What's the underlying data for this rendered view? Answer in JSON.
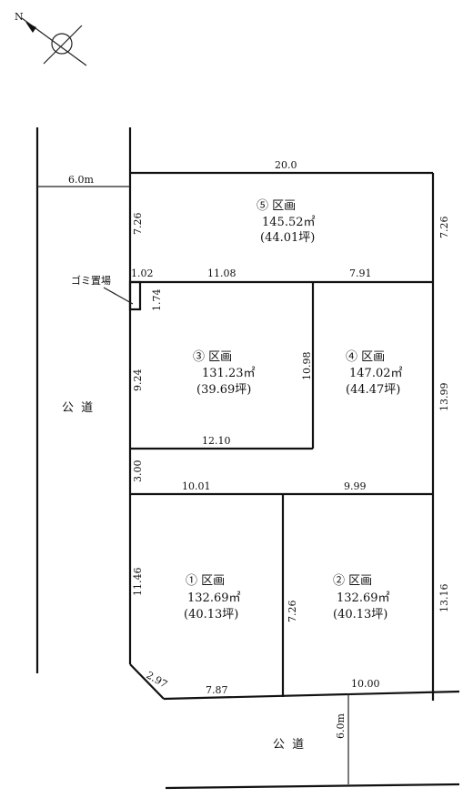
{
  "compass": {
    "label": "N"
  },
  "road_labels": {
    "west": "公 道",
    "south": "公 道"
  },
  "road_widths": {
    "west": "6.0m",
    "south": "6.0m"
  },
  "garbage_area": {
    "label": "ゴミ置場",
    "width": "1.02",
    "depth": "1.74"
  },
  "lots": [
    {
      "id": "lot-1",
      "title": "① 区画",
      "area_m2": "132.69㎡",
      "area_tsubo": "(40.13坪)"
    },
    {
      "id": "lot-2",
      "title": "② 区画",
      "area_m2": "132.69㎡",
      "area_tsubo": "(40.13坪)"
    },
    {
      "id": "lot-3",
      "title": "③ 区画",
      "area_m2": "131.23㎡",
      "area_tsubo": "(39.69坪)"
    },
    {
      "id": "lot-4",
      "title": "④ 区画",
      "area_m2": "147.02㎡",
      "area_tsubo": "(44.47坪)"
    },
    {
      "id": "lot-5",
      "title": "⑤ 区画",
      "area_m2": "145.52㎡",
      "area_tsubo": "(44.01坪)"
    }
  ],
  "dims": {
    "top": "20.0",
    "lot5_left": "7.26",
    "lot5_right": "7.26",
    "row2_b": "11.08",
    "row2_c": "7.91",
    "lot3_left": "9.24",
    "lot3_right": "10.98",
    "lot3_bottom": "12.10",
    "lot4_right": "13.99",
    "passage_left": "3.00",
    "row4_left": "10.01",
    "row4_right": "9.99",
    "lot1_left": "11.46",
    "lot1_corner": "2.97",
    "lot1_bottom": "7.87",
    "mid_divider": "7.26",
    "lot2_right": "13.16",
    "lot2_bottom": "10.00"
  }
}
